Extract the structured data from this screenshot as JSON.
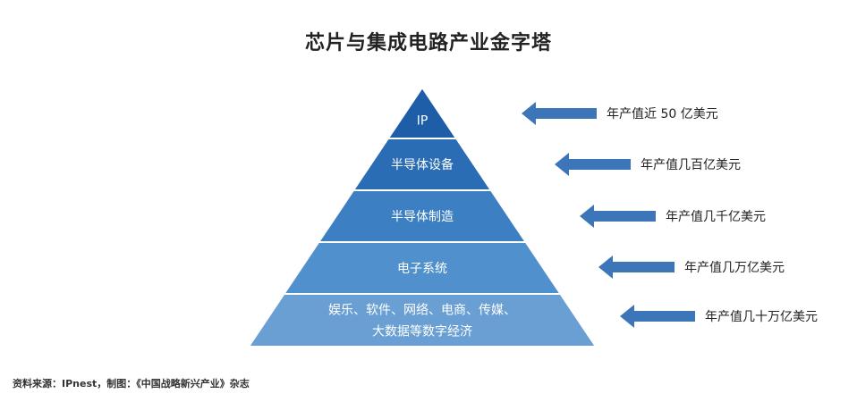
{
  "title": "芯片与集成电路产业金字塔",
  "tiers": [
    {
      "lines": [
        "IP"
      ],
      "value": "年产值近 50 亿美元"
    },
    {
      "lines": [
        "半导体设备"
      ],
      "value": "年产值几百亿美元"
    },
    {
      "lines": [
        "半导体制造"
      ],
      "value": "年产值几千亿美元"
    },
    {
      "lines": [
        "电子系统"
      ],
      "value": "年产值几万亿美元"
    },
    {
      "lines": [
        "娱乐、软件、网络、电商、传媒、",
        "大数据等数字经济"
      ],
      "value": "年产值几十万亿美元"
    }
  ],
  "source": "资料来源：IPnest，制图：《中国战略新兴产业》杂志",
  "colors": {
    "tier_fills": [
      "#1e5ea8",
      "#2a6db5",
      "#3c7fc2",
      "#5090cc",
      "#6a9fd4"
    ],
    "arrow": "#3d76b8",
    "text_dark": "#222222"
  }
}
